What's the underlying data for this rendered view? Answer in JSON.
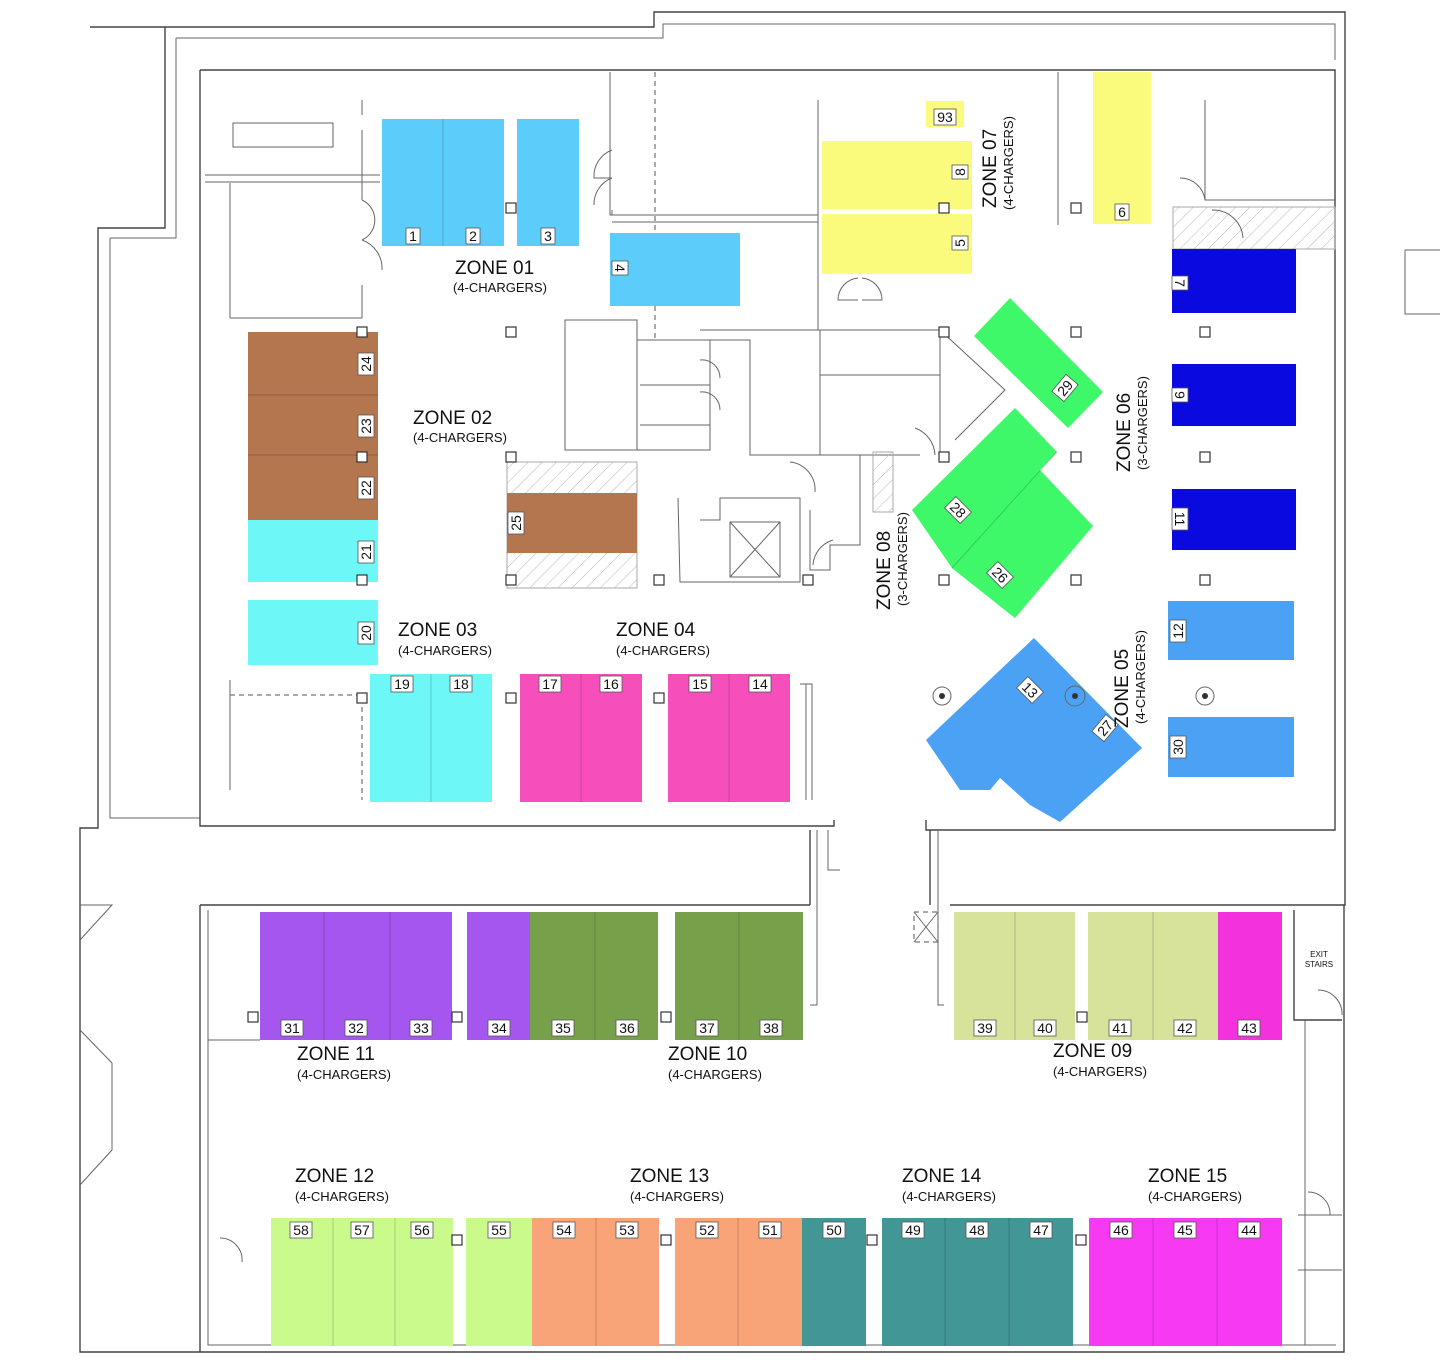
{
  "zones": [
    {
      "name": "ZONE 01",
      "sub": "(4-CHARGERS)"
    },
    {
      "name": "ZONE 02",
      "sub": "(4-CHARGERS)"
    },
    {
      "name": "ZONE 03",
      "sub": "(4-CHARGERS)"
    },
    {
      "name": "ZONE 04",
      "sub": "(4-CHARGERS)"
    },
    {
      "name": "ZONE 05",
      "sub": "(4-CHARGERS)"
    },
    {
      "name": "ZONE 06",
      "sub": "(3-CHARGERS)"
    },
    {
      "name": "ZONE 07",
      "sub": "(4-CHARGERS)"
    },
    {
      "name": "ZONE 08",
      "sub": "(3-CHARGERS)"
    },
    {
      "name": "ZONE 09",
      "sub": "(4-CHARGERS)"
    },
    {
      "name": "ZONE 10",
      "sub": "(4-CHARGERS)"
    },
    {
      "name": "ZONE 11",
      "sub": "(4-CHARGERS)"
    },
    {
      "name": "ZONE 12",
      "sub": "(4-CHARGERS)"
    },
    {
      "name": "ZONE 13",
      "sub": "(4-CHARGERS)"
    },
    {
      "name": "ZONE 14",
      "sub": "(4-CHARGERS)"
    },
    {
      "name": "ZONE 15",
      "sub": "(4-CHARGERS)"
    }
  ],
  "zone_colors": {
    "01": "#5ccdfb",
    "02": "#b3764f",
    "03": "#6ef7f7",
    "04": "#f64fbc",
    "05": "#4ba2f4",
    "06": "#0a0ae0",
    "07": "#fafa7c",
    "08": "#3ff86a",
    "09": "#d7e39a",
    "10": "#77a04a",
    "11": "#a556ee",
    "12": "#cbfa8c",
    "13": "#f9a478",
    "14": "#439696",
    "15": "#f739f3",
    "special": "#f432dd"
  },
  "spaces": [
    "1",
    "2",
    "3",
    "4",
    "5",
    "6",
    "7",
    "8",
    "9",
    "11",
    "12",
    "13",
    "14",
    "15",
    "16",
    "17",
    "18",
    "19",
    "20",
    "21",
    "22",
    "23",
    "24",
    "25",
    "26",
    "27",
    "28",
    "29",
    "30",
    "31",
    "32",
    "33",
    "34",
    "35",
    "36",
    "37",
    "38",
    "39",
    "40",
    "41",
    "42",
    "43",
    "44",
    "45",
    "46",
    "47",
    "48",
    "49",
    "50",
    "51",
    "52",
    "53",
    "54",
    "55",
    "56",
    "57",
    "58",
    "93"
  ],
  "exit_stairs": {
    "line1": "EXIT",
    "line2": "STAIRS"
  },
  "icons": [
    "column-icon",
    "hatch-area",
    "door-swing-icon",
    "elevator-icon",
    "round-column-icon"
  ]
}
